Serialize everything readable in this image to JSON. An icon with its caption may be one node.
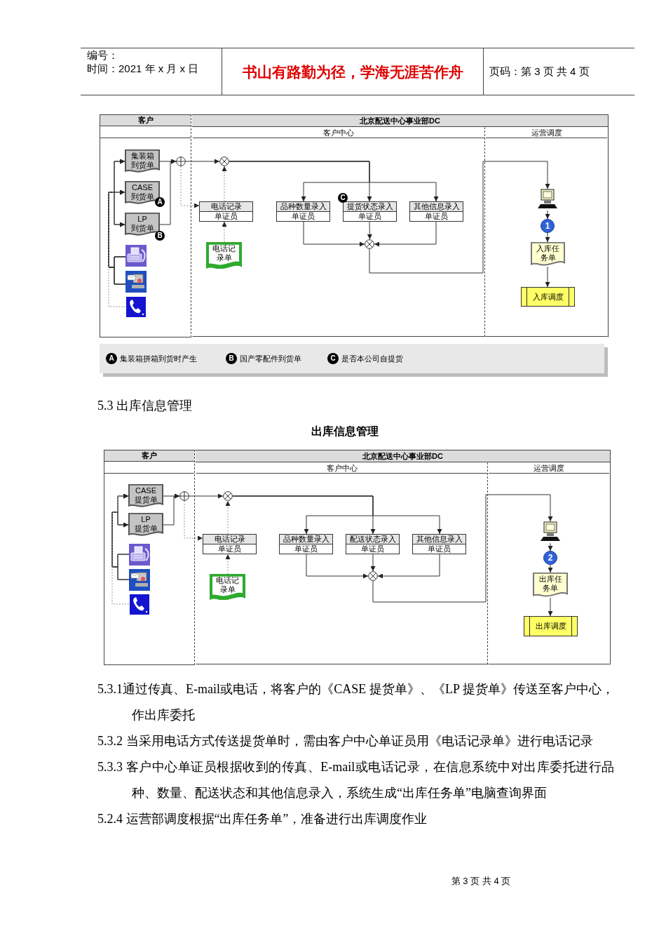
{
  "diagram": {
    "title": "出库信息管理",
    "nodes": [
      {
        "text": [
          "客户"
        ]
      },
      {
        "text": [
          "北京配送中心事业部DC"
        ]
      },
      {
        "text": [
          "客户中心"
        ],
        "in": 1
      },
      {
        "text": [
          "运营调度"
        ],
        "in": 1
      },
      {
        "text": [
          "集装箱到货单"
        ],
        "in": 0
      },
      {
        "text": [
          "CASE 到货单"
        ],
        "in": 0,
        "beside": [
          "A"
        ]
      },
      {
        "text": [
          "LP 到货单"
        ],
        "in": 0,
        "beside": [
          "B"
        ]
      },
      {
        "text": [],
        "shape": "picture",
        "in": 0
      },
      {
        "text": [],
        "shape": "picture",
        "in": 0
      },
      {
        "text": [],
        "shape": "picture",
        "in": 0
      },
      {
        "text": [],
        "shape": "circle",
        "in": 0
      },
      {
        "text": [],
        "shape": "circle",
        "in": 2
      },
      {
        "text": [
          "电话记录",
          "单证员"
        ],
        "in": 2
      },
      {
        "text": [
          "电话记录单"
        ],
        "in": 2
      },
      {
        "text": [
          "品种数量录入",
          "单证员"
        ],
        "in": 2
      },
      {
        "text": [
          "提货状态录入",
          "单证员"
        ],
        "in": 2,
        "beside": [
          "C"
        ]
      },
      {
        "text": [
          "其他信息录入",
          "单证员"
        ],
        "in": 2
      },
      {
        "text": [],
        "shape": "circle",
        "in": 2
      },
      {
        "text": [],
        "shape": "picture",
        "in": 3
      },
      {
        "text": [
          "1"
        ],
        "in": 3
      },
      {
        "text": [
          "入库任务单"
        ],
        "in": 3
      },
      {
        "text": [
          "入库调度"
        ],
        "in": 3
      },
      {
        "text": [
          "客户"
        ]
      },
      {
        "text": [
          "北京配送中心事业部DC"
        ]
      },
      {
        "text": [
          "客户中心"
        ],
        "in": 23
      },
      {
        "text": [
          "运营调度"
        ],
        "in": 23
      },
      {
        "text": [
          "CASE 提货单"
        ],
        "in": 22
      },
      {
        "text": [
          "LP 提货单"
        ],
        "in": 22
      },
      {
        "text": [],
        "shape": "picture",
        "in": 22
      },
      {
        "text": [],
        "shape": "picture",
        "in": 22
      },
      {
        "text": [],
        "shape": "picture",
        "in": 22
      },
      {
        "text": [],
        "shape": "circle",
        "in": 22
      },
      {
        "text": [],
        "shape": "circle",
        "in": 24
      },
      {
        "text": [
          "电话记录",
          "单证员"
        ],
        "in": 24
      },
      {
        "text": [
          "电话记录单"
        ],
        "in": 24
      },
      {
        "text": [
          "品种数量录入",
          "单证员"
        ],
        "in": 24
      },
      {
        "text": [
          "配送状态录入",
          "单证员"
        ],
        "in": 24
      },
      {
        "text": [
          "其他信息录入",
          "单证员"
        ],
        "in": 24
      },
      {
        "text": [],
        "shape": "circle",
        "in": 24
      },
      {
        "text": [],
        "shape": "picture",
        "in": 25
      },
      {
        "text": [
          "2"
        ],
        "in": 25
      },
      {
        "text": [
          "出库任务单"
        ],
        "in": 25
      },
      {
        "text": [
          "出库调度"
        ],
        "in": 25
      }
    ],
    "edges": [
      {
        "from": 7,
        "to": 4,
        "arrow": "to"
      },
      {
        "from": 7,
        "to": 5,
        "arrow": "to"
      },
      {
        "from": 7,
        "to": 6,
        "arrow": "to"
      },
      {
        "from": 8,
        "to": 4,
        "arrow": "to"
      },
      {
        "from": 8,
        "to": 5,
        "arrow": "to"
      },
      {
        "from": 8,
        "to": 6,
        "arrow": "to"
      },
      {
        "from": 9,
        "to": 5,
        "arrow": "to",
        "style": "dashed",
        "color": "#999999"
      },
      {
        "from": 4,
        "to": 10,
        "arrow": "to"
      },
      {
        "from": 6,
        "to": 10,
        "arrow": "to"
      },
      {
        "from": 10,
        "to": 11,
        "arrow": "to"
      },
      {
        "from": 10,
        "to": 12,
        "arrow": "to",
        "style": "dashed",
        "color": "#999999"
      },
      {
        "from": 13,
        "to": 12,
        "arrow": "to",
        "style": "dashed",
        "color": "#999999"
      },
      {
        "from": 12,
        "to": 11,
        "arrow": "to",
        "style": "dashed",
        "color": "#999999"
      },
      {
        "from": 11,
        "to": 14,
        "arrow": "to"
      },
      {
        "from": 11,
        "to": 15,
        "arrow": "to"
      },
      {
        "from": 11,
        "to": 16,
        "arrow": "to"
      },
      {
        "from": 14,
        "to": 17,
        "arrow": "to"
      },
      {
        "from": 15,
        "to": 17,
        "arrow": "to"
      },
      {
        "from": 16,
        "to": 17,
        "arrow": "to"
      },
      {
        "from": 17,
        "to": 18,
        "arrow": "to"
      },
      {
        "from": 18,
        "to": 19,
        "arrow": "to"
      },
      {
        "from": 19,
        "to": 20,
        "arrow": "to"
      },
      {
        "from": 20,
        "to": 21,
        "arrow": "to"
      },
      {
        "from": 28,
        "to": 26,
        "arrow": "to"
      },
      {
        "from": 28,
        "to": 27,
        "arrow": "to"
      },
      {
        "from": 29,
        "to": 26,
        "arrow": "to"
      },
      {
        "from": 29,
        "to": 27,
        "arrow": "to"
      },
      {
        "from": 30,
        "to": 26,
        "arrow": "to",
        "style": "dashed",
        "color": "#999999"
      },
      {
        "from": 26,
        "to": 31,
        "arrow": "to"
      },
      {
        "from": 27,
        "to": 31,
        "arrow": "to"
      },
      {
        "from": 31,
        "to": 32,
        "arrow": "to"
      },
      {
        "from": 31,
        "to": 33,
        "arrow": "to",
        "style": "dashed",
        "color": "#999999"
      },
      {
        "from": 34,
        "to": 33,
        "arrow": "to",
        "style": "dashed",
        "color": "#999999"
      },
      {
        "from": 33,
        "to": 32,
        "arrow": "to",
        "style": "dashed",
        "color": "#999999"
      },
      {
        "from": 32,
        "to": 35,
        "arrow": "to"
      },
      {
        "from": 32,
        "to": 36,
        "arrow": "to"
      },
      {
        "from": 32,
        "to": 37,
        "arrow": "to"
      },
      {
        "from": 35,
        "to": 38,
        "arrow": "to"
      },
      {
        "from": 36,
        "to": 38,
        "arrow": "to"
      },
      {
        "from": 37,
        "to": 38,
        "arrow": "to"
      },
      {
        "from": 38,
        "to": 39,
        "arrow": "to"
      },
      {
        "from": 39,
        "to": 40,
        "arrow": "to"
      },
      {
        "from": 40,
        "to": 41,
        "arrow": "to"
      },
      {
        "from": 41,
        "to": 42,
        "arrow": "to"
      }
    ],
    "labels": [
      "编号：",
      "时间：2021 年 x 月 x 日",
      "书山有路勤为径，学海无涯苦作舟",
      "页码：第 3 页 共 4 页",
      "A",
      "B",
      "C",
      "5.3 出库信息管理",
      "5.3.1通过传真、E-mail或电话，将客户的《CASE 提货单》、《LP 提货单》传送至客户中心，作出库委托",
      "5.3.2 当采用电话方式传送提货单时，需由客户中心单证员用《电话记录单》进行电话记录",
      "5.3.3 客户中心单证员根据收到的传真、E-mail或电话记录，在信息系统中对出库委托进行品种、数量、配送状态和其他信息录入，系统生成“出库任务单”电脑查询界面",
      "5.2.4 运营部调度根据“出库任务单”，准备进行出库调度作业",
      "第 3 页 共 4 页"
    ],
    "legend": [
      {
        "text": "集装箱拼箱到货时产生"
      },
      {
        "text": "国产零配件到货单"
      },
      {
        "text": "是否本公司自提货"
      }
    ]
  }
}
